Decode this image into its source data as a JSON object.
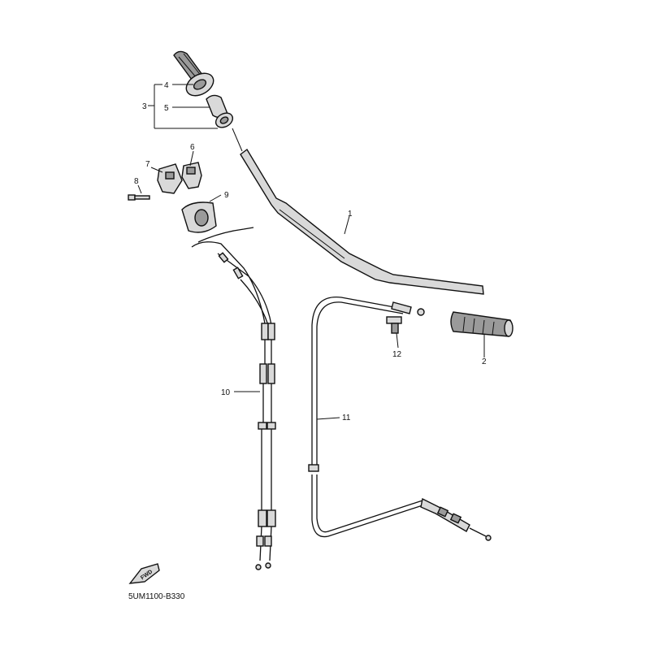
{
  "callouts": {
    "c1": "1",
    "c2": "2",
    "c3": "3",
    "c4": "4",
    "c5": "5",
    "c6": "6",
    "c7": "7",
    "c8": "8",
    "c9": "9",
    "c10": "10",
    "c11": "11",
    "c12": "12"
  },
  "fwd_label": "FWD",
  "diagram_code": "5UM1100-B330"
}
